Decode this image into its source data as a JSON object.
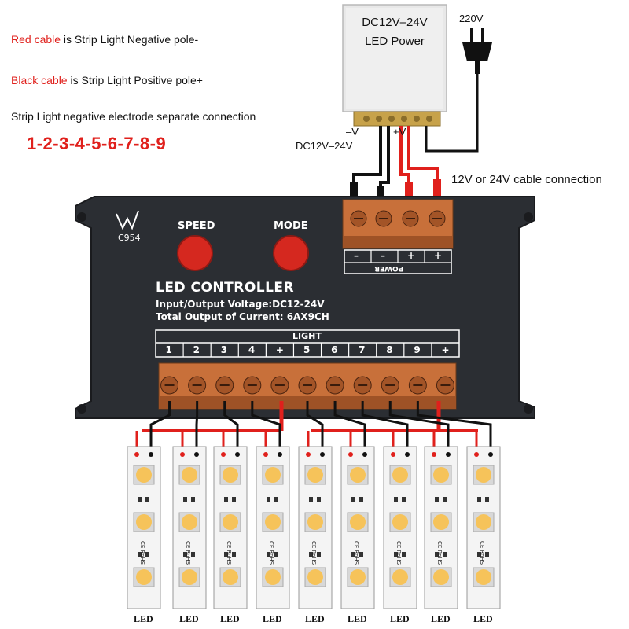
{
  "notes": {
    "red_cable_label": "Red cable",
    "red_cable_text": " is Strip Light Negative pole-",
    "black_cable_label": "Black cable",
    "black_cable_text": " is Strip Light Positive pole+",
    "separate_connection": "Strip Light negative electrode separate connection",
    "sequence": "1-2-3-4-5-6-7-8-9"
  },
  "power_supply": {
    "title": "DC12V–24V",
    "subtitle": "LED Power",
    "neg_label": "–V",
    "pos_label": "+V",
    "mains_label": "220V",
    "input_label": "DC12V–24V"
  },
  "cable_connection_label": "12V or 24V cable connection",
  "controller": {
    "logo_text": "C954",
    "speed_label": "SPEED",
    "mode_label": "MODE",
    "title": "LED CONTROLLER",
    "voltage_line": "Input/Output Voltage:DC12-24V",
    "current_line": "Total Output of Current:  6AX9CH",
    "light_header": "LIGHT",
    "power_header": "POWER",
    "power_terminals": [
      "–",
      "–",
      "+",
      "+"
    ],
    "light_terminals": [
      "1",
      "2",
      "3",
      "4",
      "+",
      "5",
      "6",
      "7",
      "8",
      "9",
      "+"
    ]
  },
  "strips": {
    "count": 9,
    "label": "LED",
    "ce_text": "CE RoHS"
  },
  "colors": {
    "controller_body": "#2b2e33",
    "button_red": "#d5281f",
    "terminal_brown": "#c8703a",
    "wire_red": "#e0201c",
    "wire_black": "#1a1a1a",
    "led_yellow": "#f6c35a"
  }
}
